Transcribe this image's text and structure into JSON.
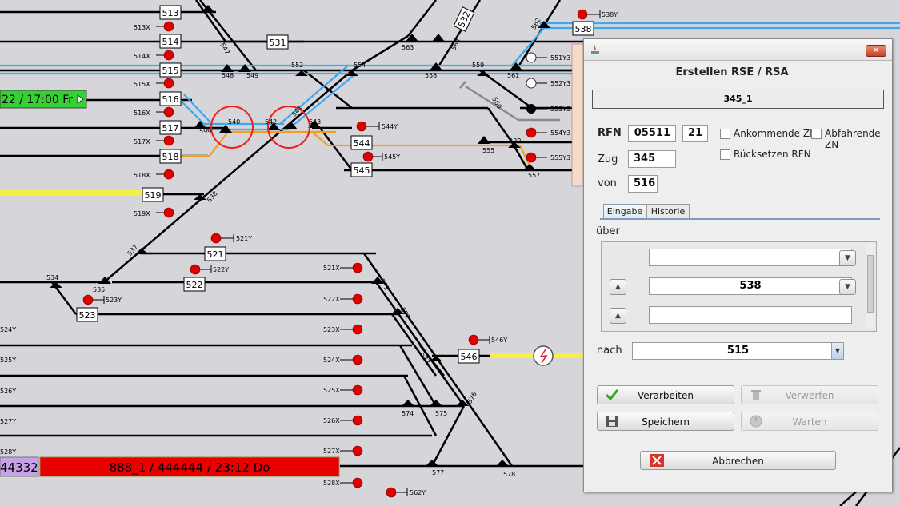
{
  "layout_labels": {
    "signals": [
      "513",
      "514",
      "515",
      "516",
      "517",
      "518",
      "519",
      "521",
      "522",
      "523",
      "531",
      "538",
      "544",
      "545",
      "546"
    ],
    "switches": [
      "534",
      "535",
      "537",
      "538",
      "540",
      "541",
      "542",
      "543",
      "547",
      "548",
      "549",
      "552",
      "554",
      "555",
      "556",
      "557",
      "558",
      "559",
      "561",
      "562",
      "563",
      "564",
      "571",
      "572",
      "573",
      "574",
      "575",
      "576",
      "577",
      "578",
      "599"
    ],
    "small_labels": [
      "513X",
      "514X",
      "515X",
      "516X",
      "517X",
      "518X",
      "519X",
      "521Y",
      "522Y",
      "523Y",
      "521X",
      "522X",
      "523X",
      "524X",
      "525X",
      "526X",
      "527X",
      "528X",
      "524Y",
      "525Y",
      "526Y",
      "527Y",
      "528Y",
      "538Y",
      "544Y",
      "545Y",
      "546Y",
      "562Y",
      "551Y3",
      "552Y3",
      "553Y3",
      "554Y3",
      "555Y3"
    ],
    "angled_labels": [
      "532"
    ],
    "train_green": "22 / 17:00 Fr",
    "train_red": "888_1 / 444444 / 23:12 Do",
    "train_purple": "44332"
  },
  "colors": {
    "track": "#000000",
    "route_blue": "#3ea8f0",
    "route_orange": "#f0a020",
    "highlight_yellow": "#f4f04a",
    "signal_red": "#e00000",
    "train_green": "#36d036",
    "train_red": "#e80000",
    "train_purple": "#c8a0e8"
  },
  "dialog": {
    "window_title": "",
    "title": "Erstellen RSE / RSA",
    "id_value": "345_1",
    "rfn_label": "RFN",
    "rfn_value": "05511",
    "rfn_suffix": "21",
    "zug_label": "Zug",
    "zug_value": "345",
    "von_label": "von",
    "von_value": "516",
    "checkboxes": {
      "ankommende": "Ankommende ZN",
      "abfahrende": "Abfahrende ZN",
      "ruecksetzen": "Rücksetzen RFN"
    },
    "tabs": {
      "eingabe": "Eingabe",
      "historie": "Historie"
    },
    "ueber_label": "über",
    "via": [
      "",
      "538",
      ""
    ],
    "nach_label": "nach",
    "nach_value": "515",
    "buttons": {
      "verarbeiten": "Verarbeiten",
      "verwerfen": "Verwerfen",
      "speichern": "Speichern",
      "warten": "Warten",
      "abbrechen": "Abbrechen"
    },
    "icons": {
      "close": "close-icon",
      "check": "check-icon",
      "trash": "trash-icon",
      "save": "save-icon",
      "clock": "clock-icon",
      "cancel": "cancel-icon",
      "up": "chevron-up-icon",
      "down": "chevron-down-icon"
    }
  }
}
